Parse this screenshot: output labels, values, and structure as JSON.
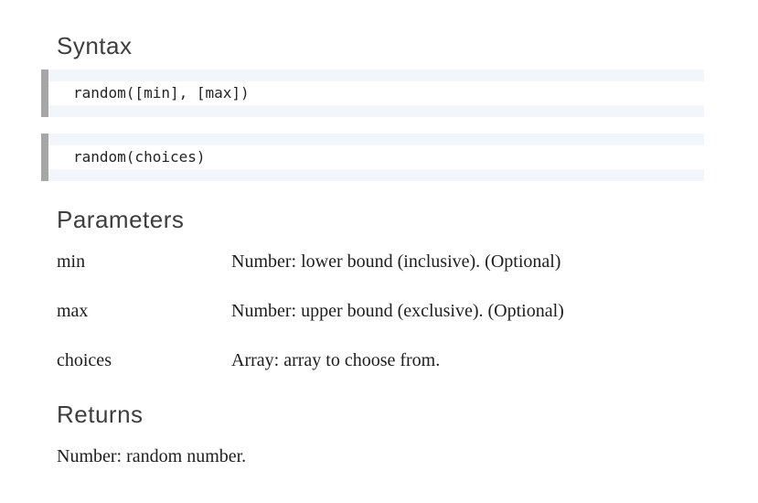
{
  "page": {
    "background_color": "#ffffff",
    "code_block_bar_color": "#a6a6a6",
    "code_block_bg_color": "#f2f6fa",
    "heading_color": "#3e3e3e"
  },
  "sections": {
    "syntax": {
      "heading": "Syntax",
      "code_blocks": [
        {
          "code": "random([min], [max])"
        },
        {
          "code": "random(choices)"
        }
      ]
    },
    "parameters": {
      "heading": "Parameters",
      "rows": [
        {
          "name": "min",
          "description": "Number: lower bound (inclusive). (Optional)"
        },
        {
          "name": "max",
          "description": "Number: upper bound (exclusive). (Optional)"
        },
        {
          "name": "choices",
          "description": "Array: array to choose from."
        }
      ]
    },
    "returns": {
      "heading": "Returns",
      "description": "Number: random number."
    }
  }
}
